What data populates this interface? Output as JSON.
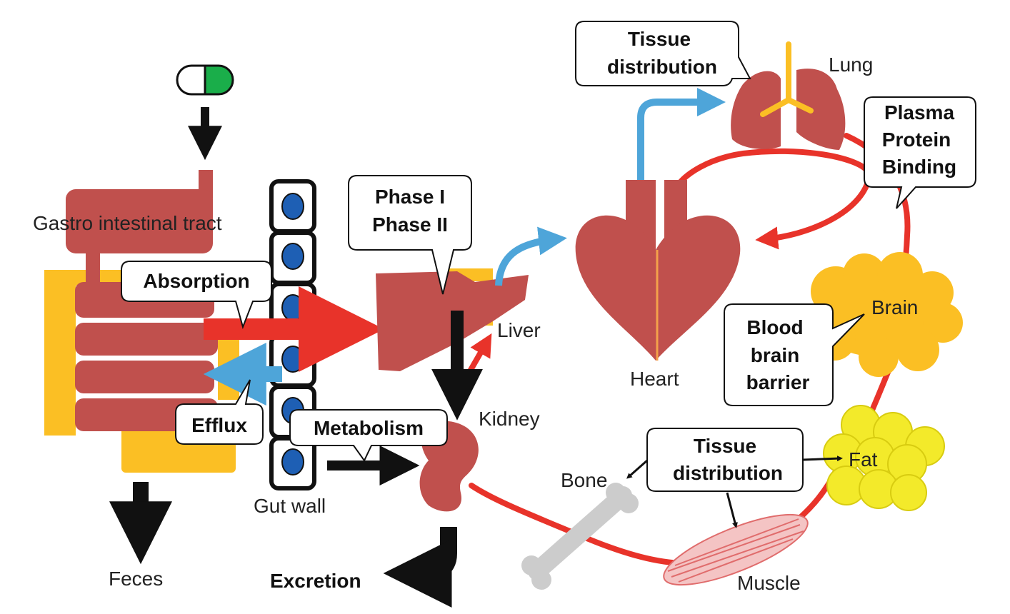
{
  "labels": {
    "gi_tract": "Gastro intestinal tract",
    "gut_wall": "Gut wall",
    "feces": "Feces",
    "excretion": "Excretion",
    "liver": "Liver",
    "kidney": "Kidney",
    "heart": "Heart",
    "lung": "Lung",
    "brain": "Brain",
    "fat": "Fat",
    "bone": "Bone",
    "muscle": "Muscle"
  },
  "callouts": {
    "absorption": "Absorption",
    "efflux": "Efflux",
    "metabolism": "Metabolism",
    "phase_1": "Phase I",
    "phase_2": "Phase II",
    "tissue_top_1": "Tissue",
    "tissue_top_2": "distribution",
    "ppb_1": "Plasma",
    "ppb_2": "Protein",
    "ppb_3": "Binding",
    "bbb_1": "Blood",
    "bbb_2": "brain",
    "bbb_3": "barrier",
    "tissue_bottom_1": "Tissue",
    "tissue_bottom_2": "distribution"
  },
  "colors": {
    "organ": "#c0504d",
    "blood": "#e8332a",
    "bile": "#fbbf24",
    "efflux": "#4ea5d9",
    "drug": "#111111",
    "cell_nucleus": "#1e5fb4",
    "pill_green": "#1aae4a",
    "fat": "#f3ea2a",
    "brain": "#fbbf24",
    "bone": "#cccccc"
  }
}
